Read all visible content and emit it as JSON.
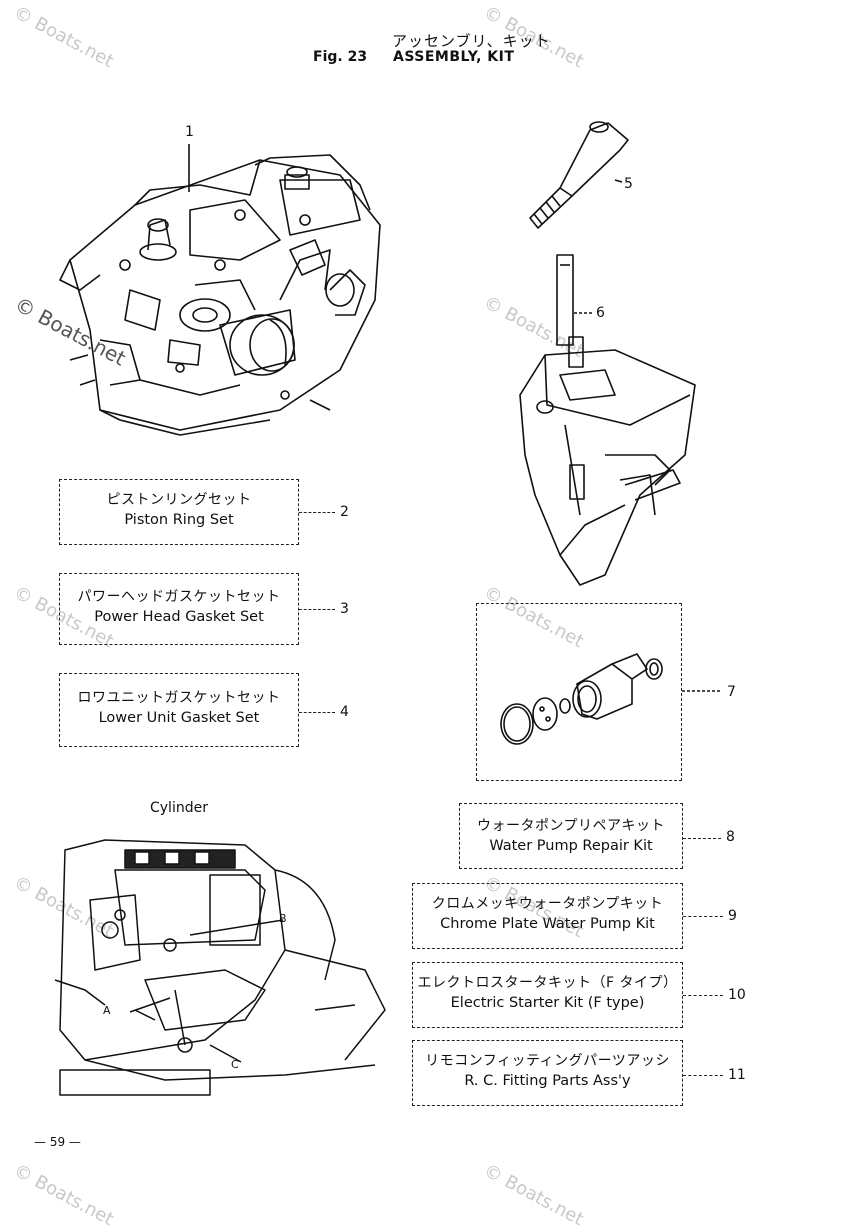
{
  "header": {
    "title_jp": "アッセンブリ、キット",
    "fig_label": "Fig. 23",
    "title_en": "ASSEMBLY, KIT"
  },
  "parts": {
    "p1": "1",
    "p5": "5",
    "p6": "6",
    "p7": "7"
  },
  "kits": [
    {
      "num": "2",
      "jp": "ピストンリングセット",
      "en": "Piston Ring Set"
    },
    {
      "num": "3",
      "jp": "パワーヘッドガスケットセット",
      "en": "Power Head Gasket Set"
    },
    {
      "num": "4",
      "jp": "ロワユニットガスケットセット",
      "en": "Lower Unit Gasket Set"
    },
    {
      "num": "8",
      "jp": "ウォータポンプリペアキット",
      "en": "Water Pump Repair Kit"
    },
    {
      "num": "9",
      "jp": "クロムメッキウォータポンプキット",
      "en": "Chrome Plate Water  Pump Kit"
    },
    {
      "num": "10",
      "jp": "エレクトロスタータキット（F タイプ）",
      "en": "Electric Starter Kit (F type)"
    },
    {
      "num": "11",
      "jp": "リモコンフィッティングパーツアッシ",
      "en": "R. C. Fitting Parts Ass'y"
    }
  ],
  "cylinder": {
    "title": "Cylinder",
    "label_a": "A",
    "label_b": "B",
    "label_c": "C"
  },
  "footer": {
    "page_number": "— 59 —"
  },
  "watermark": {
    "text": "© Boats.net"
  }
}
